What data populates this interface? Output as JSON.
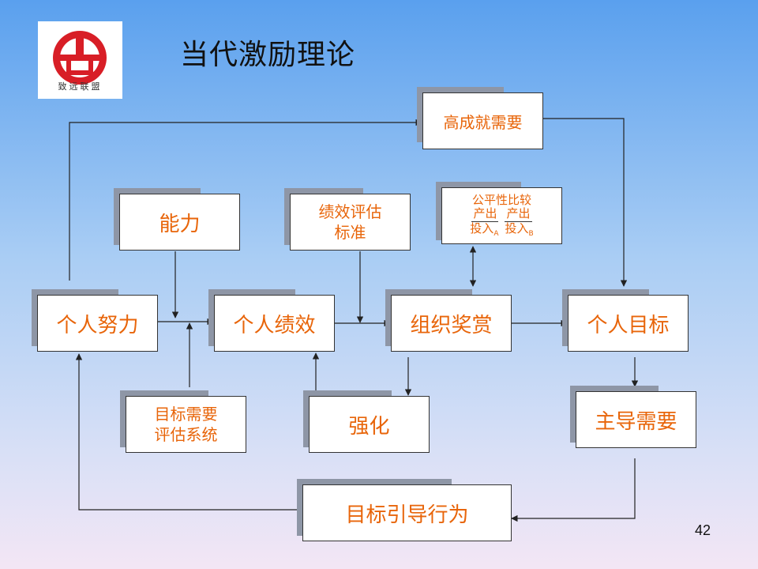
{
  "title": "当代激励理论",
  "logo": {
    "text": "致远联盟",
    "icon": "seal-logo-icon"
  },
  "nodes": {
    "high_achievement": "高成就需要",
    "ability": "能力",
    "perf_eval_1": "绩效评估",
    "perf_eval_2": "标准",
    "equity_title": "公平性比较",
    "equity_left_num": "产出",
    "equity_right_num": "产出",
    "equity_left_den": "投入",
    "equity_left_sub": "A",
    "equity_right_den": "投入",
    "equity_right_sub": "B",
    "individual_effort": "个人努力",
    "individual_performance": "个人绩效",
    "org_reward": "组织奖赏",
    "individual_goal": "个人目标",
    "goal_need_eval_1": "目标需要",
    "goal_need_eval_2": "评估系统",
    "reinforcement": "强化",
    "dominant_need": "主导需要",
    "goal_directed_behavior": "目标引导行为"
  },
  "colors": {
    "node_text": "#e8650a",
    "connector": "#222222"
  },
  "page_number": "42"
}
